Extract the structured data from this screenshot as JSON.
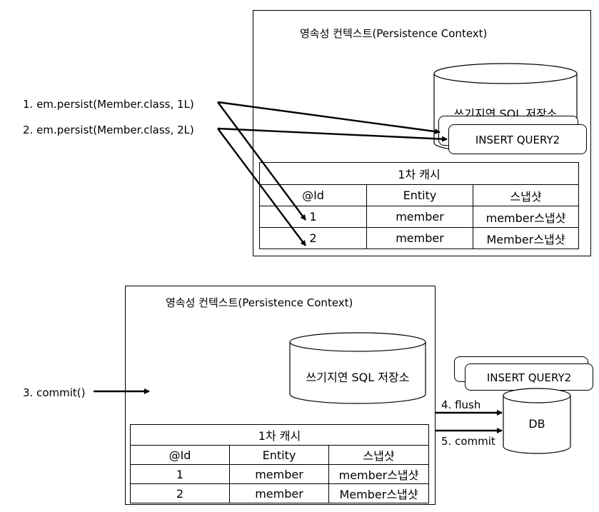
{
  "top": {
    "context_title": "영속성 컨텍스트(Persistence Context)",
    "sql_store": "쓰기지연 SQL 저장소",
    "query_label": "INSERT QUERY2",
    "persist_calls": [
      "1. em.persist(Member.class, 1L)",
      "2. em.persist(Member.class, 2L)"
    ],
    "cache": {
      "caption": "1차 캐시",
      "headers": [
        "@Id",
        "Entity",
        "스냅샷"
      ],
      "rows": [
        [
          "1",
          "member",
          "member스냅샷"
        ],
        [
          "2",
          "member",
          "Member스냅샷"
        ]
      ]
    }
  },
  "bottom": {
    "context_title": "영속성 컨텍스트(Persistence Context)",
    "sql_store": "쓰기지연 SQL 저장소",
    "commit_call": "3. commit()",
    "query_label": "INSERT QUERY2",
    "flush_label": "4. flush",
    "commit_label": "5. commit",
    "db_label": "DB",
    "cache": {
      "caption": "1차 캐시",
      "headers": [
        "@Id",
        "Entity",
        "스냅샷"
      ],
      "rows": [
        [
          "1",
          "member",
          "member스냅샷"
        ],
        [
          "2",
          "member",
          "Member스냅샷"
        ]
      ]
    }
  }
}
